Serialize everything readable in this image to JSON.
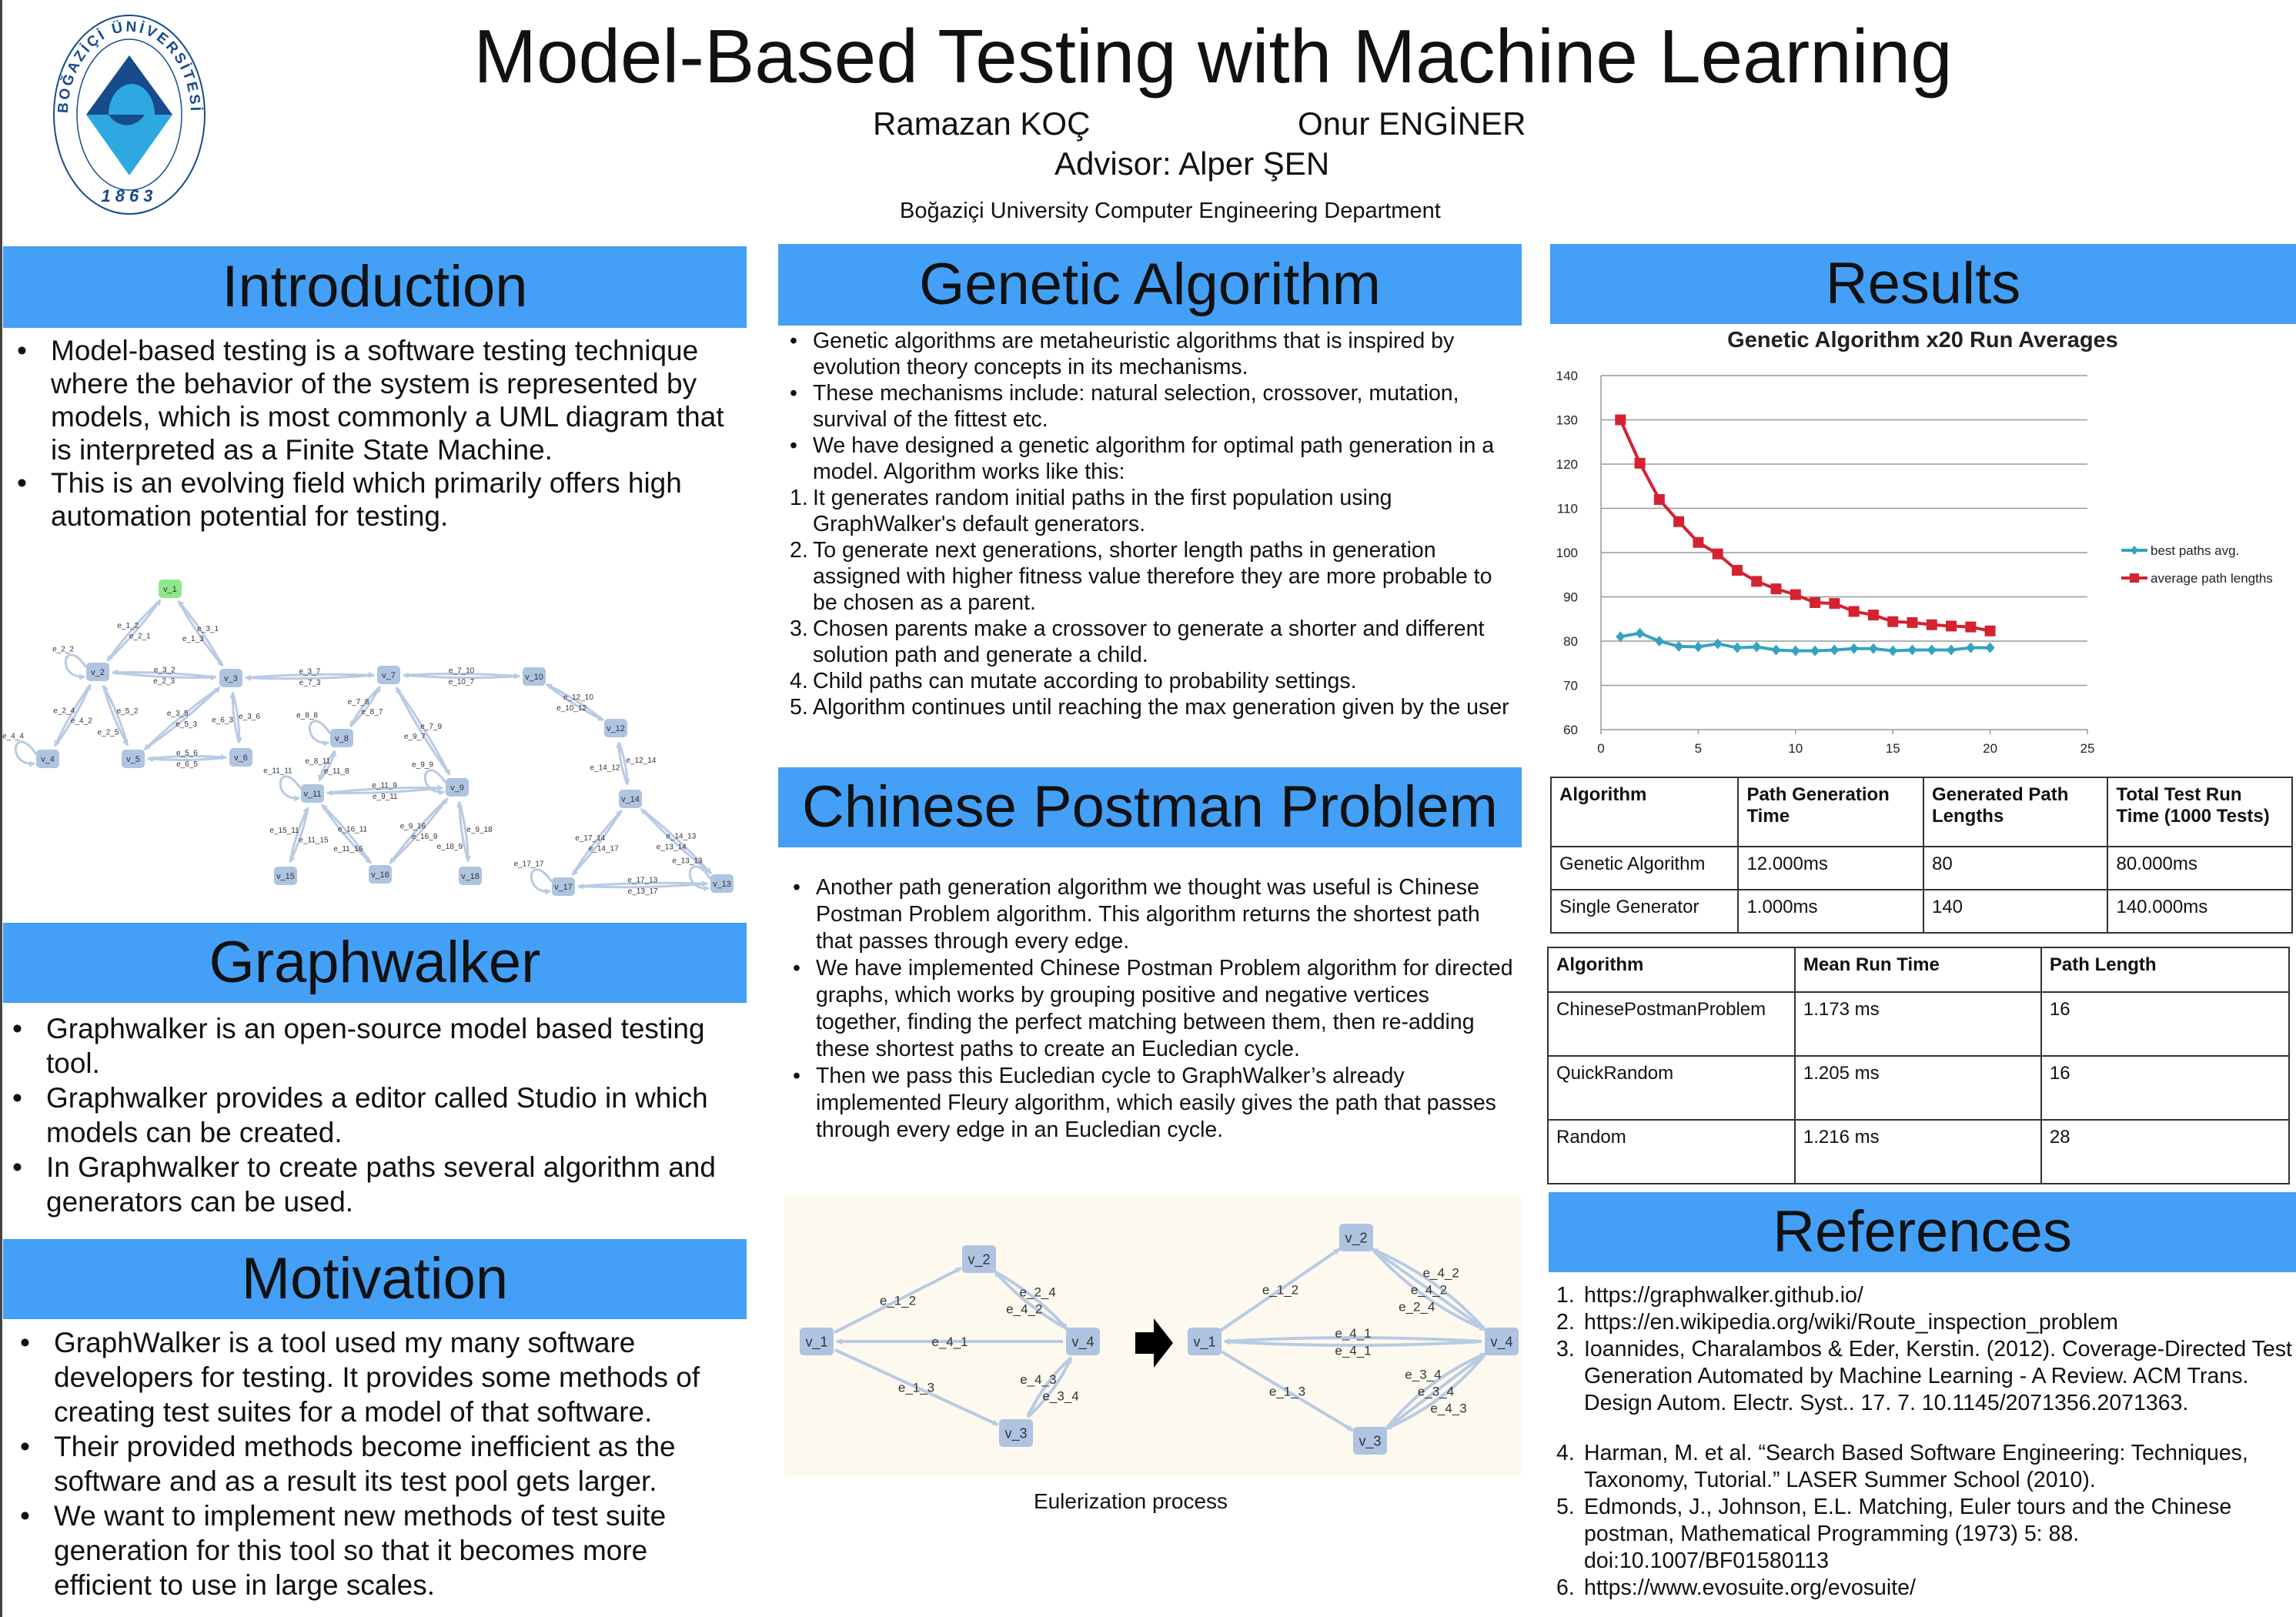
{
  "logo": {
    "text_top": "BOĞAZİÇİ ÜNİVERSİTESİ",
    "year": "1863",
    "colors": {
      "dark": "#174b8c",
      "light": "#2ea8e0"
    }
  },
  "header": {
    "title": "Model-Based Testing with Machine Learning",
    "author1": "Ramazan KOÇ",
    "author2": "Onur ENGİNER",
    "advisor": "Advisor: Alper ŞEN",
    "department": "Boğaziçi University Computer Engineering Department"
  },
  "colors": {
    "section_header": "#449ff7",
    "graph_node": "#aec4e0",
    "start_node": "#8ee88a",
    "graph_edge": "#b8cbe3",
    "eulerization_bg": "#fdf9ef",
    "best_series": "#35a3c0",
    "avg_series": "#d42231"
  },
  "introduction": {
    "title": "Introduction",
    "bullets": [
      "Model-based testing is a software testing technique where the behavior of the system is represented by models, which is most commonly a UML diagram that is interpreted as a Finite State Machine.",
      "This is an evolving field which primarily offers high automation potential for testing."
    ]
  },
  "model_graph": {
    "nodes": [
      "v_1",
      "v_2",
      "v_3",
      "v_4",
      "v_5",
      "v_6",
      "v_7",
      "v_8",
      "v_9",
      "v_10",
      "v_11",
      "v_12",
      "v_13",
      "v_14",
      "v_15",
      "v_16",
      "v_17",
      "v_18"
    ],
    "start_node": "v_1",
    "edges": [
      "e_2_1",
      "e_1_2",
      "e_3_1",
      "e_1_3",
      "e_2_2",
      "e_3_2",
      "e_2_3",
      "e_4_2",
      "e_2_4",
      "e_4_4",
      "e_5_2",
      "e_2_5",
      "e_5_3",
      "e_3_5",
      "e_3_6",
      "e_6_3",
      "e_5_6",
      "e_6_5",
      "e_3_7",
      "e_7_3",
      "e_7_10",
      "e_10_7",
      "e_12_10",
      "e_10_12",
      "e_8_8",
      "e_8_7",
      "e_7_8",
      "e_7_9",
      "e_9_7",
      "e_9_9",
      "e_12_14",
      "e_14_12",
      "e_11_11",
      "e_11_8",
      "e_8_11",
      "e_9_11",
      "e_11_9",
      "e_11_15",
      "e_15_11",
      "e_16_11",
      "e_11_16",
      "e_16_9",
      "e_9_16",
      "e_9_18",
      "e_18_9",
      "e_14_17",
      "e_17_14",
      "e_13_14",
      "e_14_13",
      "e_13_13",
      "e_17_17",
      "e_13_17",
      "e_17_13"
    ]
  },
  "graphwalker": {
    "title": "Graphwalker",
    "bullets": [
      "Graphwalker is an open-source model based testing tool.",
      "Graphwalker provides a editor called Studio in which models can be created.",
      "In Graphwalker to create paths several algorithm and generators can be used."
    ]
  },
  "motivation": {
    "title": "Motivation",
    "bullets": [
      "GraphWalker is a tool used my many software developers for testing. It provides some methods of creating test suites for a model of that software.",
      "Their provided methods become inefficient as the software and as a result its test pool gets larger.",
      "We want to implement new methods of test suite generation for this tool so that it becomes more efficient to use in large scales."
    ]
  },
  "genetic_algorithm": {
    "title": "Genetic Algorithm",
    "items": [
      {
        "marker": "•",
        "text": "Genetic algorithms are metaheuristic algorithms that is inspired by evolution theory concepts in its mechanisms."
      },
      {
        "marker": "•",
        "text": "These mechanisms include: natural selection, crossover, mutation, survival of the fittest etc."
      },
      {
        "marker": "•",
        "text": "We have designed a genetic algorithm for optimal path generation in a model. Algorithm works like this:"
      },
      {
        "marker": "1.",
        "text": "It generates random initial paths in the first population using GraphWalker's default generators."
      },
      {
        "marker": "2.",
        "text": "To generate next generations, shorter length paths in generation assigned with higher fitness value therefore they are more probable to be chosen as a parent."
      },
      {
        "marker": "3.",
        "text": "Chosen parents make a crossover to generate a shorter and different solution path and generate a child."
      },
      {
        "marker": "4.",
        "text": "Child paths can mutate according to probability settings."
      },
      {
        "marker": "5.",
        "text": "Algorithm continues until reaching the max generation given by the user"
      }
    ]
  },
  "chinese_postman": {
    "title": "Chinese Postman Problem",
    "bullets": [
      "Another path generation algorithm we thought was useful is Chinese Postman Problem algorithm. This algorithm returns the shortest path that passes through every edge.",
      "We have implemented Chinese Postman Problem algorithm for directed graphs, which works by grouping positive and negative vertices together, finding the perfect matching between them, then re-adding these shortest paths to create an Eucledian cycle.",
      "Then we pass this Eucledian cycle to GraphWalker’s already implemented Fleury algorithm, which easily gives the path that passes through every edge in an Eucledian cycle."
    ],
    "eulerization": {
      "caption": "Eulerization process",
      "before": {
        "nodes": [
          "v_1",
          "v_2",
          "v_3",
          "v_4"
        ],
        "edges": [
          "e_1_2",
          "e_2_4",
          "e_4_2",
          "e_4_1",
          "e_1_3",
          "e_4_3",
          "e_3_4"
        ]
      },
      "after": {
        "nodes": [
          "v_1",
          "v_2",
          "v_3",
          "v_4"
        ],
        "edges": [
          "e_1_2",
          "e_4_2",
          "e_4_2",
          "e_2_4",
          "e_4_1",
          "e_4_1",
          "e_1_3",
          "e_3_4",
          "e_3_4",
          "e_4_3"
        ]
      }
    }
  },
  "results": {
    "title": "Results",
    "table1": {
      "headers": [
        "Algorithm",
        "Path Generation Time",
        "Generated Path Lengths",
        "Total Test Run Time (1000 Tests)"
      ],
      "rows": [
        [
          "Genetic Algorithm",
          "12.000ms",
          "80",
          "80.000ms"
        ],
        [
          "Single Generator",
          "1.000ms",
          "140",
          "140.000ms"
        ]
      ]
    },
    "table2": {
      "headers": [
        "Algorithm",
        "Mean Run Time",
        "Path Length"
      ],
      "rows": [
        [
          "ChinesePostmanProblem",
          "1.173 ms",
          "16"
        ],
        [
          "QuickRandom",
          "1.205 ms",
          "16"
        ],
        [
          "Random",
          "1.216 ms",
          "28"
        ]
      ]
    }
  },
  "chart_data": {
    "type": "line",
    "title": "Genetic Algorithm x20 Run Averages",
    "xlabel": "",
    "ylabel": "",
    "xlim": [
      0,
      25
    ],
    "ylim": [
      60,
      140
    ],
    "xticks": [
      0,
      5,
      10,
      15,
      20,
      25
    ],
    "yticks": [
      60,
      70,
      80,
      90,
      100,
      110,
      120,
      130,
      140
    ],
    "grid": "horizontal",
    "legend": "right",
    "x": [
      1,
      2,
      3,
      4,
      5,
      6,
      7,
      8,
      9,
      10,
      11,
      12,
      13,
      14,
      15,
      16,
      17,
      18,
      19,
      20
    ],
    "series": [
      {
        "name": "best paths avg.",
        "marker": "diamond",
        "values": [
          81,
          81.8,
          80,
          78.8,
          78.7,
          79.4,
          78.5,
          78.7,
          78,
          77.8,
          77.8,
          78,
          78.3,
          78.3,
          77.8,
          78,
          78,
          78,
          78.5,
          78.5
        ]
      },
      {
        "name": "average path lengths",
        "marker": "square",
        "values": [
          130,
          120.2,
          112,
          107,
          102.3,
          99.7,
          96,
          93.5,
          91.8,
          90.5,
          88.7,
          88.5,
          86.7,
          85.9,
          84.4,
          84.2,
          83.7,
          83.4,
          83.2,
          82.3
        ]
      }
    ]
  },
  "references": {
    "title": "References",
    "items": [
      "https://graphwalker.github.io/",
      "https://en.wikipedia.org/wiki/Route_inspection_problem",
      "Ioannides, Charalambos & Eder, Kerstin. (2012). Coverage-Directed Test Generation Automated by Machine Learning - A Review. ACM Trans. Design Autom. Electr. Syst.. 17. 7. 10.1145/2071356.2071363.",
      "Harman, M. et al. “Search Based Software Engineering: Techniques, Taxonomy, Tutorial.” LASER Summer School (2010).",
      "Edmonds, J., Johnson, E.L. Matching, Euler tours and the Chinese postman, Mathematical Programming (1973) 5: 88. doi:10.1007/BF01580113",
      "https://www.evosuite.org/evosuite/"
    ]
  }
}
